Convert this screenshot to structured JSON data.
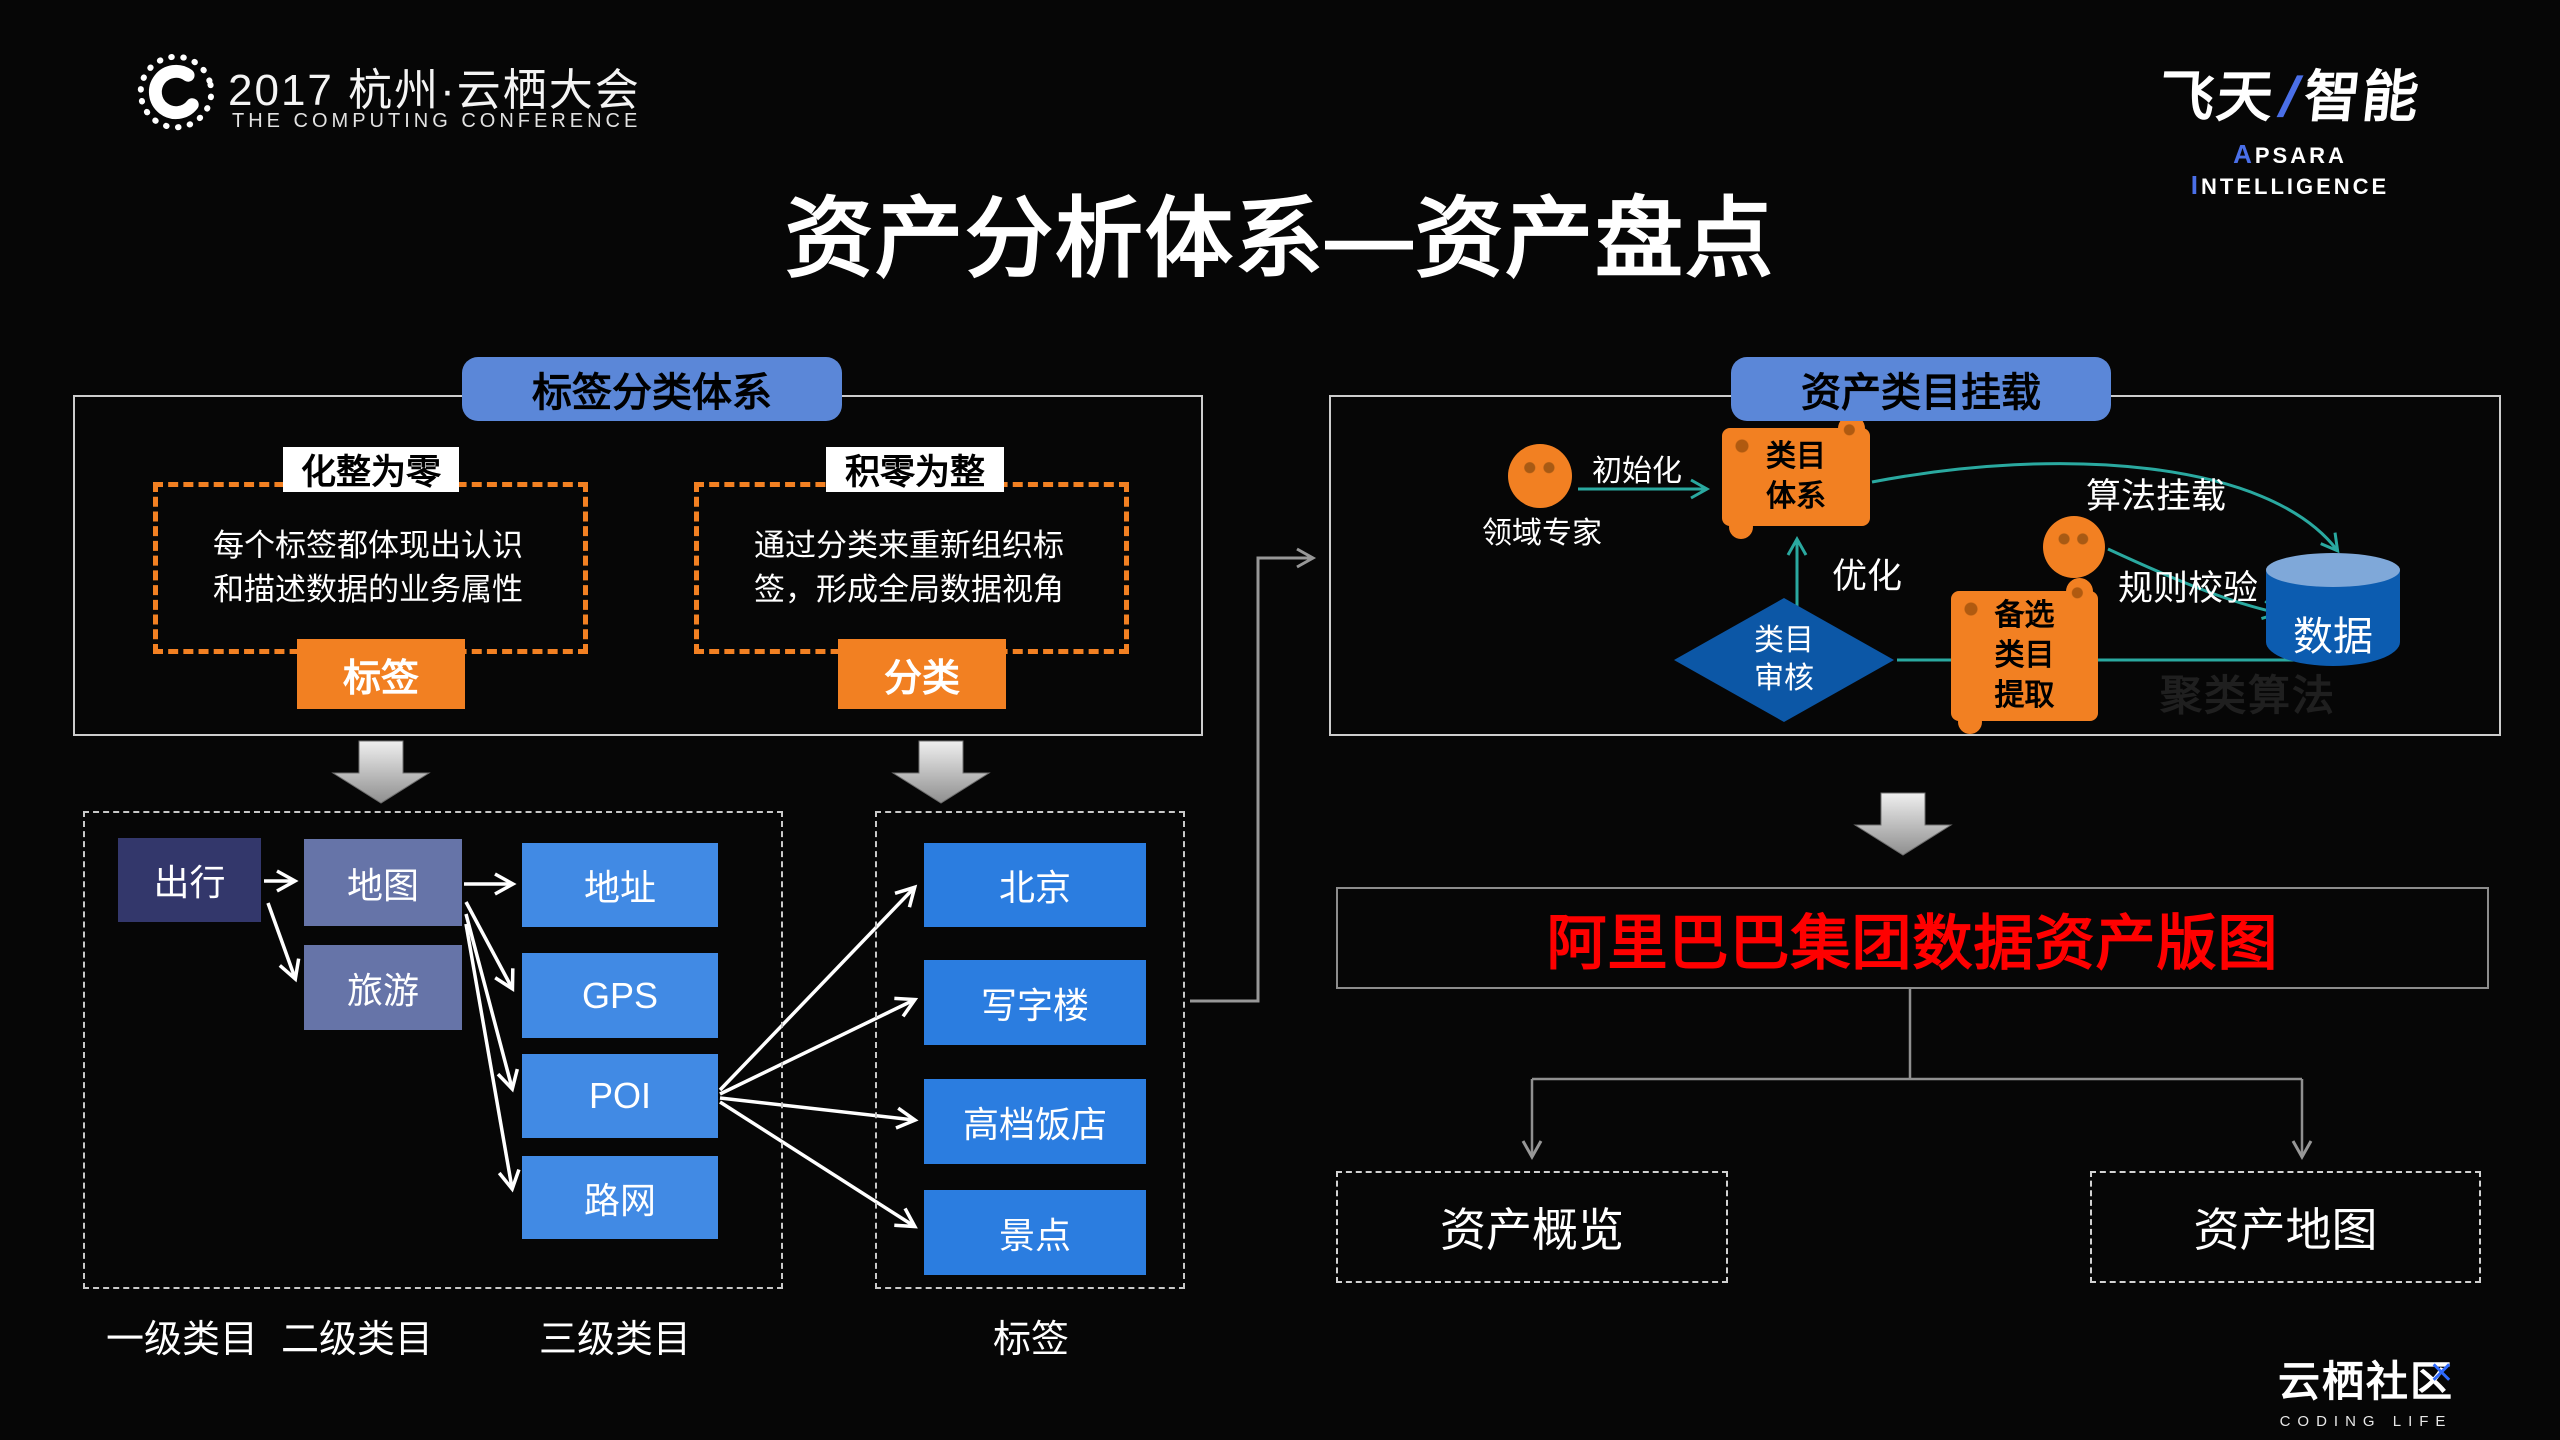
{
  "header": {
    "event_title": "2017 杭州·云栖大会",
    "event_subtitle": "THE COMPUTING CONFERENCE",
    "brand_left": "飞天",
    "brand_slash": "/",
    "brand_right": "智能",
    "brand_sub_a": "A",
    "brand_sub_rest1": "PSARA ",
    "brand_sub_i": "I",
    "brand_sub_rest2": "NTELLIGENCE"
  },
  "title": "资产分析体系—资产盘点",
  "tag_system": {
    "header": "标签分类体系",
    "left": {
      "label": "化整为零",
      "line1": "每个标签都体现出认识",
      "line2": "和描述数据的业务属性",
      "button": "标签"
    },
    "right": {
      "label": "积零为整",
      "line1": "通过分类来重新组织标",
      "line2": "签，形成全局数据视角",
      "button": "分类"
    }
  },
  "taxonomy": {
    "level1": "出行",
    "level2": [
      "地图",
      "旅游"
    ],
    "level3": [
      "地址",
      "GPS",
      "POI",
      "路网"
    ],
    "tags": [
      "北京",
      "写字楼",
      "高档饭店",
      "景点"
    ],
    "labels": {
      "l1": "一级类目",
      "l2": "二级类目",
      "l3": "三级类目",
      "tags": "标签"
    }
  },
  "mount": {
    "header": "资产类目挂载",
    "expert": "领域专家",
    "init": "初始化",
    "scroll1": [
      "类目",
      "体系"
    ],
    "algo": "算法挂载",
    "optimize": "优化",
    "rule": "规则校验",
    "diamond": [
      "类目",
      "审核"
    ],
    "scroll2": [
      "备选",
      "类目",
      "提取"
    ],
    "cylinder": "数据",
    "faint": "聚类算法"
  },
  "bottom": {
    "banner": "阿里巴巴集团数据资产版图",
    "left_box": "资产概览",
    "right_box": "资产地图"
  },
  "footer": {
    "community": "云栖社区",
    "x_accent": "✕",
    "tagline": "CODING LIFE"
  },
  "colors": {
    "orange": "#f28022",
    "blue_pill": "#5b87d8",
    "teal": "#2aa9a0",
    "red": "#ff0000",
    "deep_blue": "#0c57a6",
    "tag_blue": "#2b7de0",
    "level3_blue": "#418ae4",
    "slate_blue": "#6674a8",
    "navy": "#33376b"
  }
}
